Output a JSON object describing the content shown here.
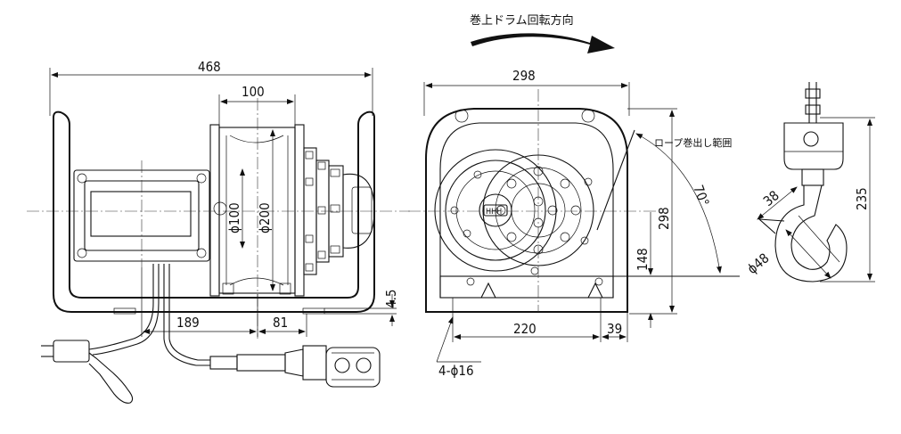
{
  "rotation_label": "巻上ドラム回転方向",
  "rope_range_label": "ロープ巻出し範囲",
  "dims": {
    "overall_width": "468",
    "drum_length": "100",
    "drum_inner_dia": "ϕ100",
    "drum_outer_dia": "ϕ200",
    "left_offset": "189",
    "right_offset": "81",
    "plate_thickness": "4.5",
    "side_width": "298",
    "side_height": "298",
    "rope_height": "148",
    "hole_pitch": "220",
    "hole_edge": "39",
    "holes": "4-ϕ16",
    "angle": "70°",
    "hook_height": "235",
    "hook_throat": "38",
    "hook_dia": "ϕ48"
  }
}
